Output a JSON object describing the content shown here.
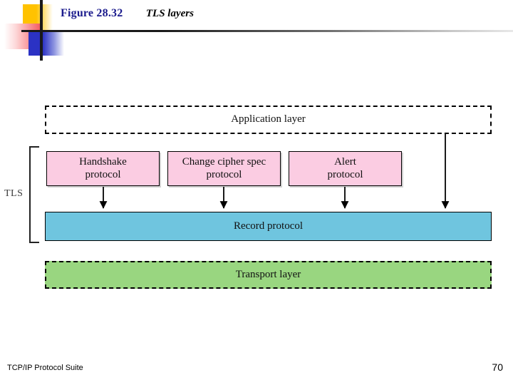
{
  "slide": {
    "figure_number": "Figure 28.32",
    "figure_caption": "TLS layers"
  },
  "diagram": {
    "type": "layered-block-diagram",
    "bracket_label": "TLS",
    "layers": [
      {
        "name": "application-layer",
        "label": "Application layer",
        "fill": "#FFFFFF",
        "border_style": "dashed",
        "border_color": "#000000"
      },
      {
        "name": "handshake-protocol",
        "label": "Handshake\nprotocol",
        "line1": "Handshake",
        "line2": "protocol",
        "fill": "#FBCCE2",
        "border_style": "solid",
        "border_color": "#000000"
      },
      {
        "name": "change-cipher-spec-protocol",
        "label": "Change cipher spec\nprotocol",
        "line1": "Change cipher spec",
        "line2": "protocol",
        "fill": "#FBCCE2",
        "border_style": "solid",
        "border_color": "#000000"
      },
      {
        "name": "alert-protocol",
        "label": "Alert\nprotocol",
        "line1": "Alert",
        "line2": "protocol",
        "fill": "#FBCCE2",
        "border_style": "solid",
        "border_color": "#000000"
      },
      {
        "name": "record-protocol",
        "label": "Record  protocol",
        "fill": "#6FC5DF",
        "border_style": "solid",
        "border_color": "#000000"
      },
      {
        "name": "transport-layer",
        "label": "Transport layer",
        "fill": "#99D680",
        "border_style": "dashed",
        "border_color": "#000000"
      }
    ],
    "arrows": [
      {
        "name": "handshake-to-record",
        "from": "handshake-protocol",
        "to": "record-protocol"
      },
      {
        "name": "change-cipher-spec-to-record",
        "from": "change-cipher-spec-protocol",
        "to": "record-protocol"
      },
      {
        "name": "alert-to-record",
        "from": "alert-protocol",
        "to": "record-protocol"
      },
      {
        "name": "application-to-record",
        "from": "application-layer",
        "to": "record-protocol"
      }
    ]
  },
  "footer": {
    "book_title": "TCP/IP Protocol Suite",
    "page_number": "70"
  },
  "colors": {
    "figure_number": "#1A1A8C",
    "protocol_pink": "#FBCCE2",
    "record_blue": "#6FC5DF",
    "transport_green": "#99D680",
    "deco_yellow": "#FFC200",
    "deco_red": "#F4585C",
    "deco_blue": "#2B32C4"
  }
}
